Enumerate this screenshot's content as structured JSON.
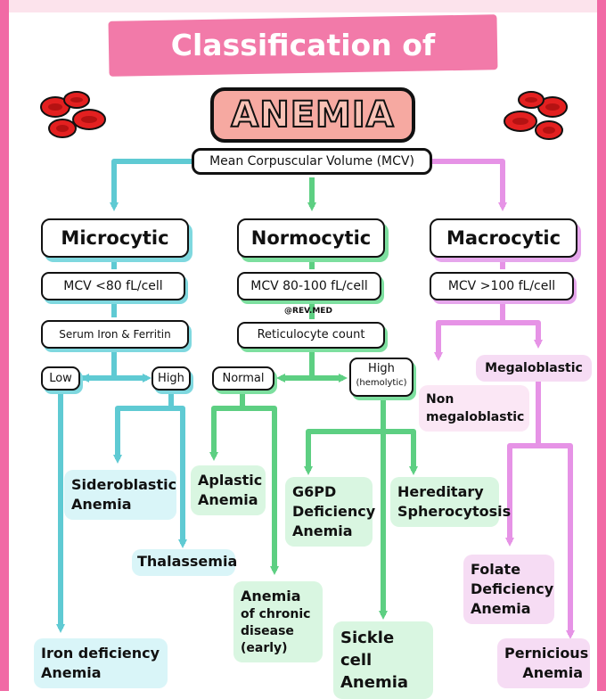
{
  "banner": "Classification of Anemia",
  "title": "ANEMIA",
  "mcv_label": "Mean Corpuscular Volume (MCV)",
  "credit": "@REV.MED",
  "colors": {
    "cyan": "#5fcad3",
    "green": "#5dcf82",
    "pink": "#e693e6",
    "frame": "#f16aa5"
  },
  "categories": [
    {
      "label": "Microcytic",
      "range": "MCV <80 fL/cell",
      "test": "Serum Iron & Ferritin",
      "outcomes": [
        "Low",
        "High"
      ]
    },
    {
      "label": "Normocytic",
      "range": "MCV 80-100 fL/cell",
      "test": "Reticulocyte count",
      "outcomes": [
        "Normal",
        "High",
        "(hemolytic)"
      ]
    },
    {
      "label": "Macrocytic",
      "range": "MCV >100 fL/cell",
      "outcomes": [
        "Non megaloblastic",
        "Megaloblastic"
      ]
    }
  ],
  "results": {
    "sideroblastic": [
      "Sideroblastic",
      "Anemia"
    ],
    "thalassemia": "Thalassemia",
    "iron_deficiency": [
      "Iron deficiency",
      "Anemia"
    ],
    "aplastic": [
      "Aplastic",
      "Anemia"
    ],
    "chronic": [
      "Anemia",
      "of chronic",
      "disease",
      "(early)"
    ],
    "g6pd": [
      "G6PD",
      "Deficiency",
      "Anemia"
    ],
    "spherocytosis": [
      "Hereditary",
      "Spherocytosis"
    ],
    "sickle": [
      "Sickle cell",
      "Anemia"
    ],
    "folate": [
      "Folate",
      "Deficiency",
      "Anemia"
    ],
    "pernicious": [
      "Pernicious",
      "Anemia"
    ]
  }
}
